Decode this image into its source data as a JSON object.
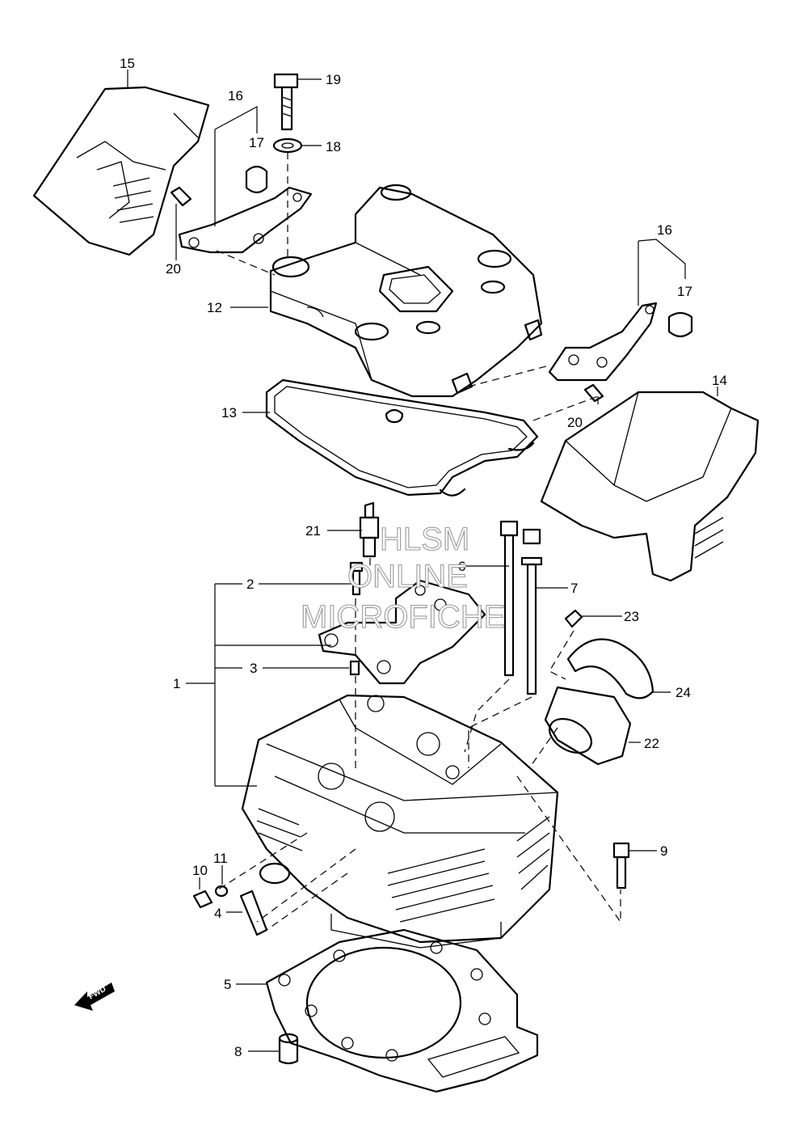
{
  "callouts": {
    "c1": "1",
    "c2": "2",
    "c3": "3",
    "c4": "4",
    "c5": "5",
    "c6": "6",
    "c7": "7",
    "c8": "8",
    "c9": "9",
    "c10": "10",
    "c11": "11",
    "c12": "12",
    "c13": "13",
    "c14": "14",
    "c15": "15",
    "c16a": "16",
    "c16b": "16",
    "c17a": "17",
    "c17b": "17",
    "c18": "18",
    "c19": "19",
    "c20a": "20",
    "c20b": "20",
    "c21": "21",
    "c22": "22",
    "c23": "23",
    "c24": "24"
  },
  "watermark": {
    "line1": "HLSM",
    "line2": "ONLINE",
    "line3": "MICROFICHE"
  },
  "fwd_label": "FWD",
  "colors": {
    "ink": "#000000",
    "paper": "#ffffff",
    "watermark": "#9a9a9a"
  }
}
